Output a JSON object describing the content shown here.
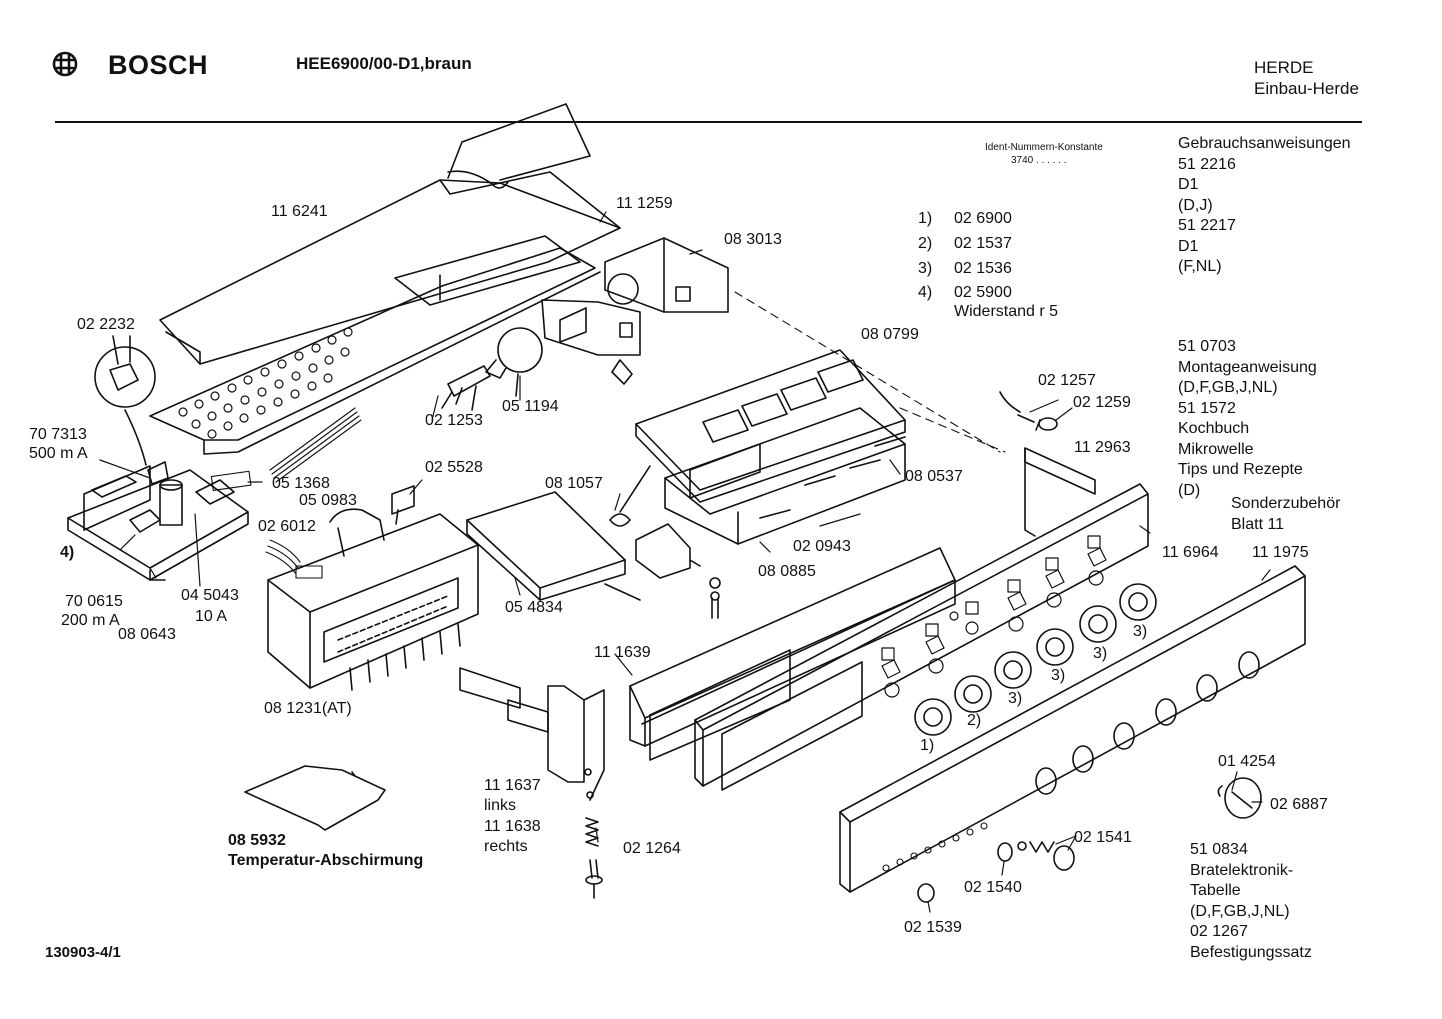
{
  "header": {
    "brand": "BOSCH",
    "model": "HEE6900/00-D1,braun",
    "category": "HERDE",
    "subcategory": "Einbau-Herde",
    "doc_number": "130903-4/1"
  },
  "ident": {
    "title": "Ident-Nummern-Konstante",
    "value": "3740  . .  . . . .",
    "items": [
      {
        "mark": "1)",
        "code": "02 6900"
      },
      {
        "mark": "2)",
        "code": "02 1537"
      },
      {
        "mark": "3)",
        "code": "02 1536"
      },
      {
        "mark": "4)",
        "code": "02 5900"
      }
    ],
    "note": "Widerstand r 5"
  },
  "docs": {
    "lines": [
      "Gebrauchsanweisungen",
      "51 2216",
      "D1",
      "(D,J)",
      "51 2217",
      "D1",
      "(F,NL)"
    ],
    "lines2": [
      "51 0703",
      "Montageanweisung",
      "(D,F,GB,J,NL)",
      "51 1572",
      "Kochbuch",
      "Mikrowelle",
      "Tips und Rezepte",
      "(D)"
    ],
    "accessory": [
      "Sonderzubehör",
      "Blatt  11"
    ],
    "bottom": [
      "51 0834",
      "Bratelektronik-",
      "Tabelle",
      "(D,F,GB,J,NL)",
      "02 1267",
      "Befestigungssatz"
    ]
  },
  "parts": {
    "p116241": "11 6241",
    "p111259": "11 1259",
    "p083013": "08 3013",
    "p022232": "02 2232",
    "p021253": "02 1253",
    "p051194": "05 1194",
    "p080799": "08 0799",
    "p021257": "02 1257",
    "p021259": "02 1259",
    "p707313a": "70 7313",
    "p707313b": "500 m A",
    "p051368": "05 1368",
    "p025528": "02 5528",
    "p112963": "11 2963",
    "p080537": "08 0537",
    "p050983": "05 0983",
    "p081057": "08 1057",
    "p026012": "02 6012",
    "mark4": "4)",
    "p020943": "02 0943",
    "p116964": "11 6964",
    "p111975": "11 1975",
    "p080885": "08 0885",
    "p700615a": "70 0615",
    "p700615b": "200 m A",
    "p045043a": "04 5043",
    "p045043b": "10 A",
    "p080643": "08 0643",
    "p054834": "05 4834",
    "p111639": "11 1639",
    "p081231": "08 1231(AT)",
    "k1": "1)",
    "k2": "2)",
    "k3a": "3)",
    "k3b": "3)",
    "k3c": "3)",
    "k3d": "3)",
    "p014254": "01 4254",
    "p026887": "02 6887",
    "p085932a": "08 5932",
    "p085932b": "Temperatur-Abschirmung",
    "p111637": "11 1637",
    "links": "links",
    "p111638": "11 1638",
    "rechts": "rechts",
    "p021264": "02 1264",
    "p021541": "02 1541",
    "p021540": "02 1540",
    "p021539": "02 1539"
  }
}
